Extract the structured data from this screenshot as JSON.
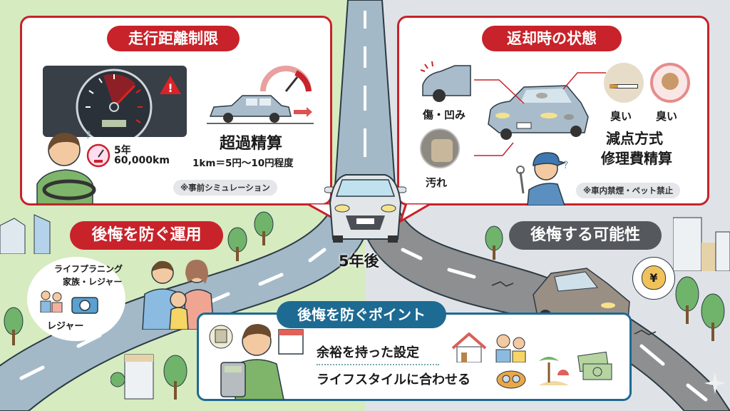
{
  "colors": {
    "accent_red": "#c8222a",
    "accent_blue": "#1d6a92",
    "dark_pill": "#55585c",
    "left_bg": "#d6ebbf",
    "right_bg": "#dfe3e8",
    "road_blue": "#a3b9c8",
    "road_gray": "#8d8f91"
  },
  "center": {
    "label": "5年後"
  },
  "mileage_panel": {
    "title": "走行距離制限",
    "term": "5年",
    "limit": "60,000km",
    "overage_title": "超過精算",
    "overage_rate": "1km＝5円〜10円程度",
    "note": "※事前シミュレーション",
    "icons": [
      "speedometer-icon",
      "warning-icon",
      "driver-icon",
      "gauge-icon",
      "car-icon",
      "arrow-right-icon"
    ]
  },
  "return_panel": {
    "title": "返却時の状態",
    "damage_label": "傷・凹み",
    "dirt_label": "汚れ",
    "smell_label_1": "臭い",
    "smell_label_2": "臭い",
    "method_line1": "減点方式",
    "method_line2": "修理費精算",
    "note": "※車内禁煙・ペット禁止",
    "icons": [
      "damaged-car-icon",
      "dirty-seat-icon",
      "cigarette-icon",
      "no-pet-icon",
      "mechanic-icon"
    ]
  },
  "good_path": {
    "title": "後悔を防ぐ運用",
    "bubble_line1": "ライフプラニング",
    "bubble_line2": "家族・レジャー",
    "bubble_line3": "レジャー"
  },
  "bad_path": {
    "title": "後悔する可能性",
    "money_symbol": "¥"
  },
  "points_panel": {
    "title": "後悔を防ぐポイント",
    "item1": "余裕を持った設定",
    "item2": "ライフスタイルに合わせる"
  }
}
